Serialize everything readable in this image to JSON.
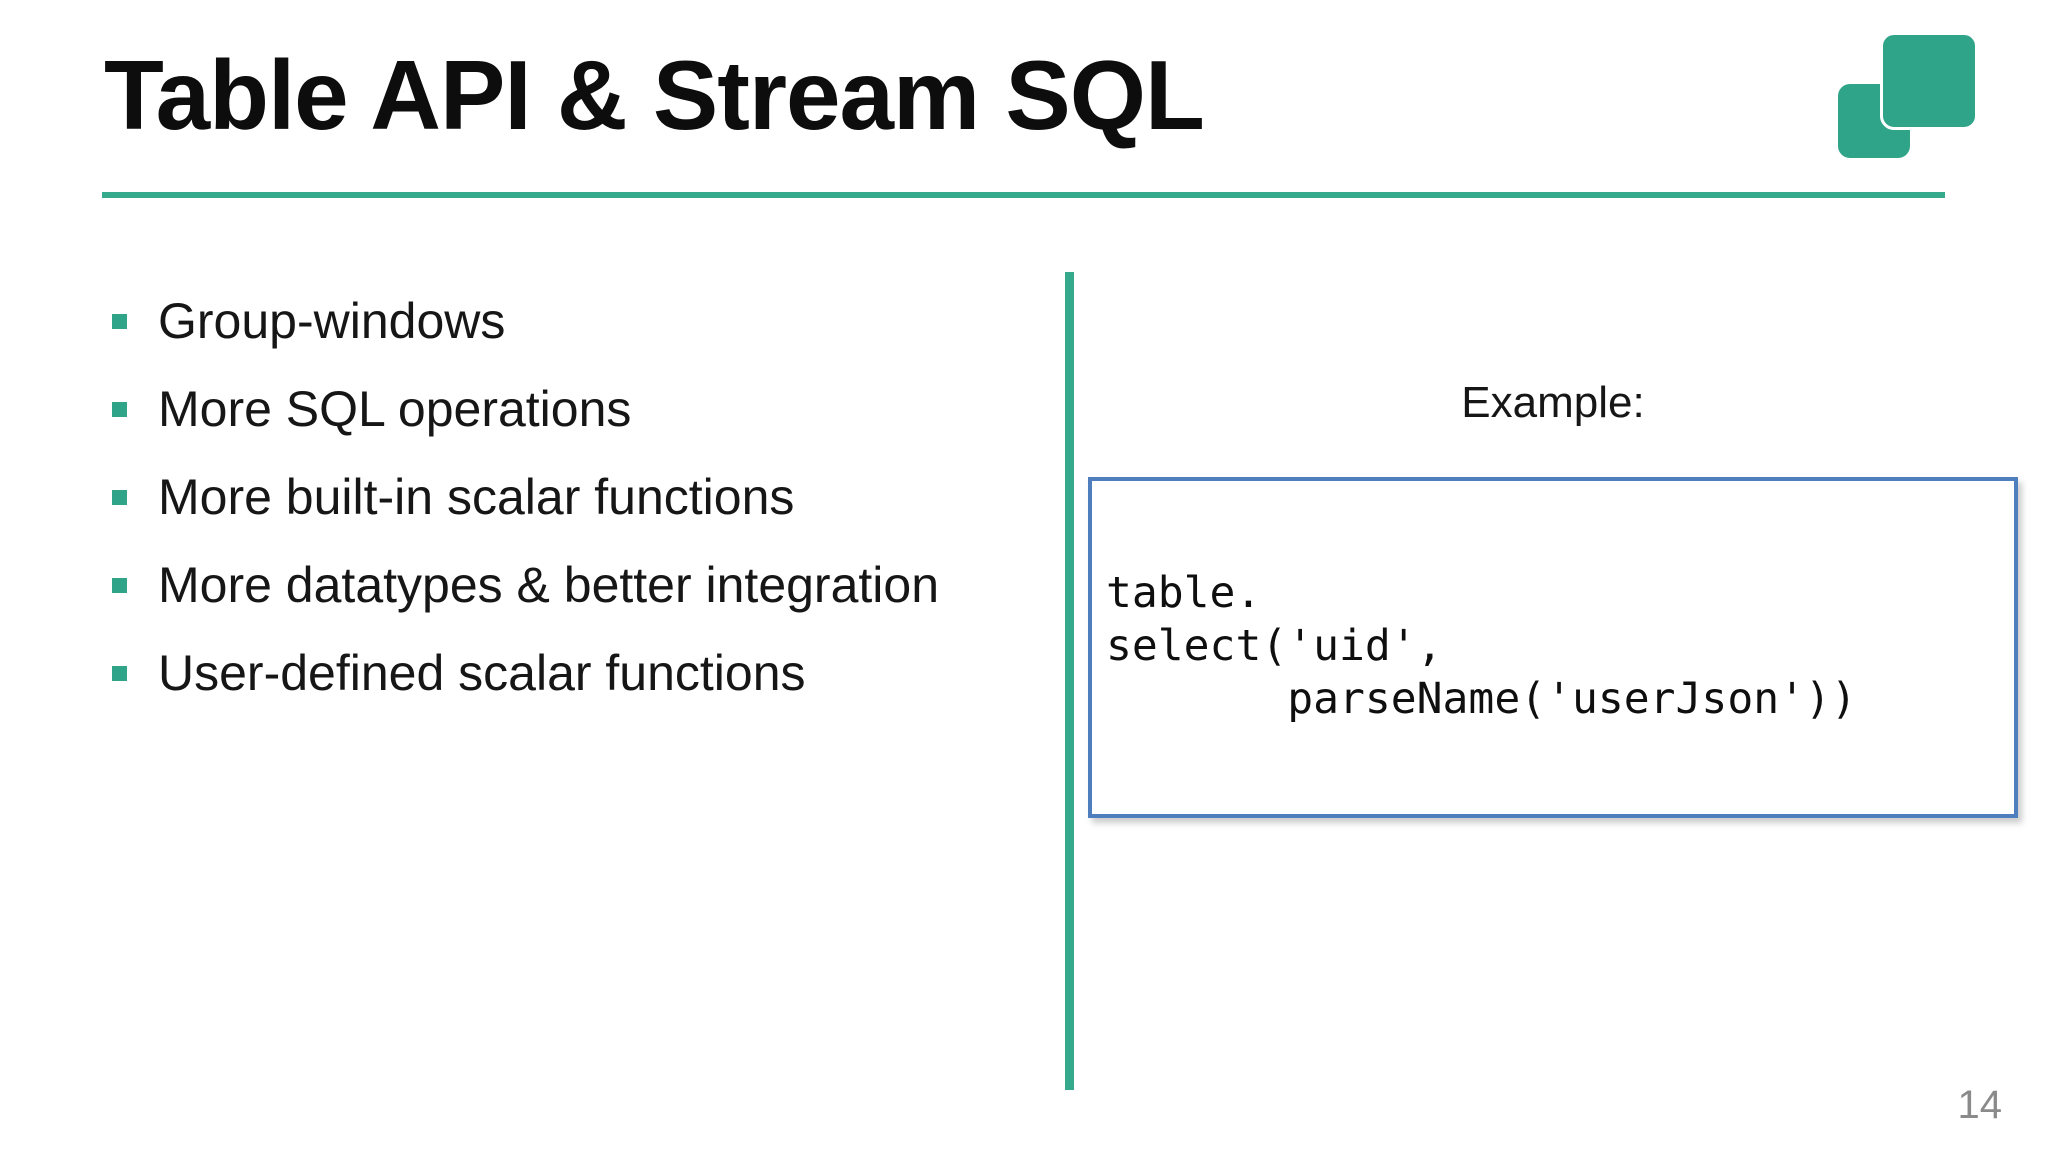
{
  "slide": {
    "title": "Table API & Stream SQL",
    "page_number": "14",
    "accent_color": "#2FA488",
    "rule_color": "#35A98B",
    "code_border_color": "#4E7EBE",
    "page_number_color": "#8a8a8a"
  },
  "logo": {
    "name": "two-overlapping-rounded-squares",
    "color": "#2FA488"
  },
  "bullets": [
    {
      "text": "Group-windows"
    },
    {
      "text": "More SQL operations"
    },
    {
      "text": "More built-in scalar functions"
    },
    {
      "text": "More datatypes & better integration"
    },
    {
      "text": "User-defined scalar functions"
    }
  ],
  "example": {
    "label": "Example:",
    "code": "table.\nselect('uid',\n       parseName('userJson'))"
  }
}
